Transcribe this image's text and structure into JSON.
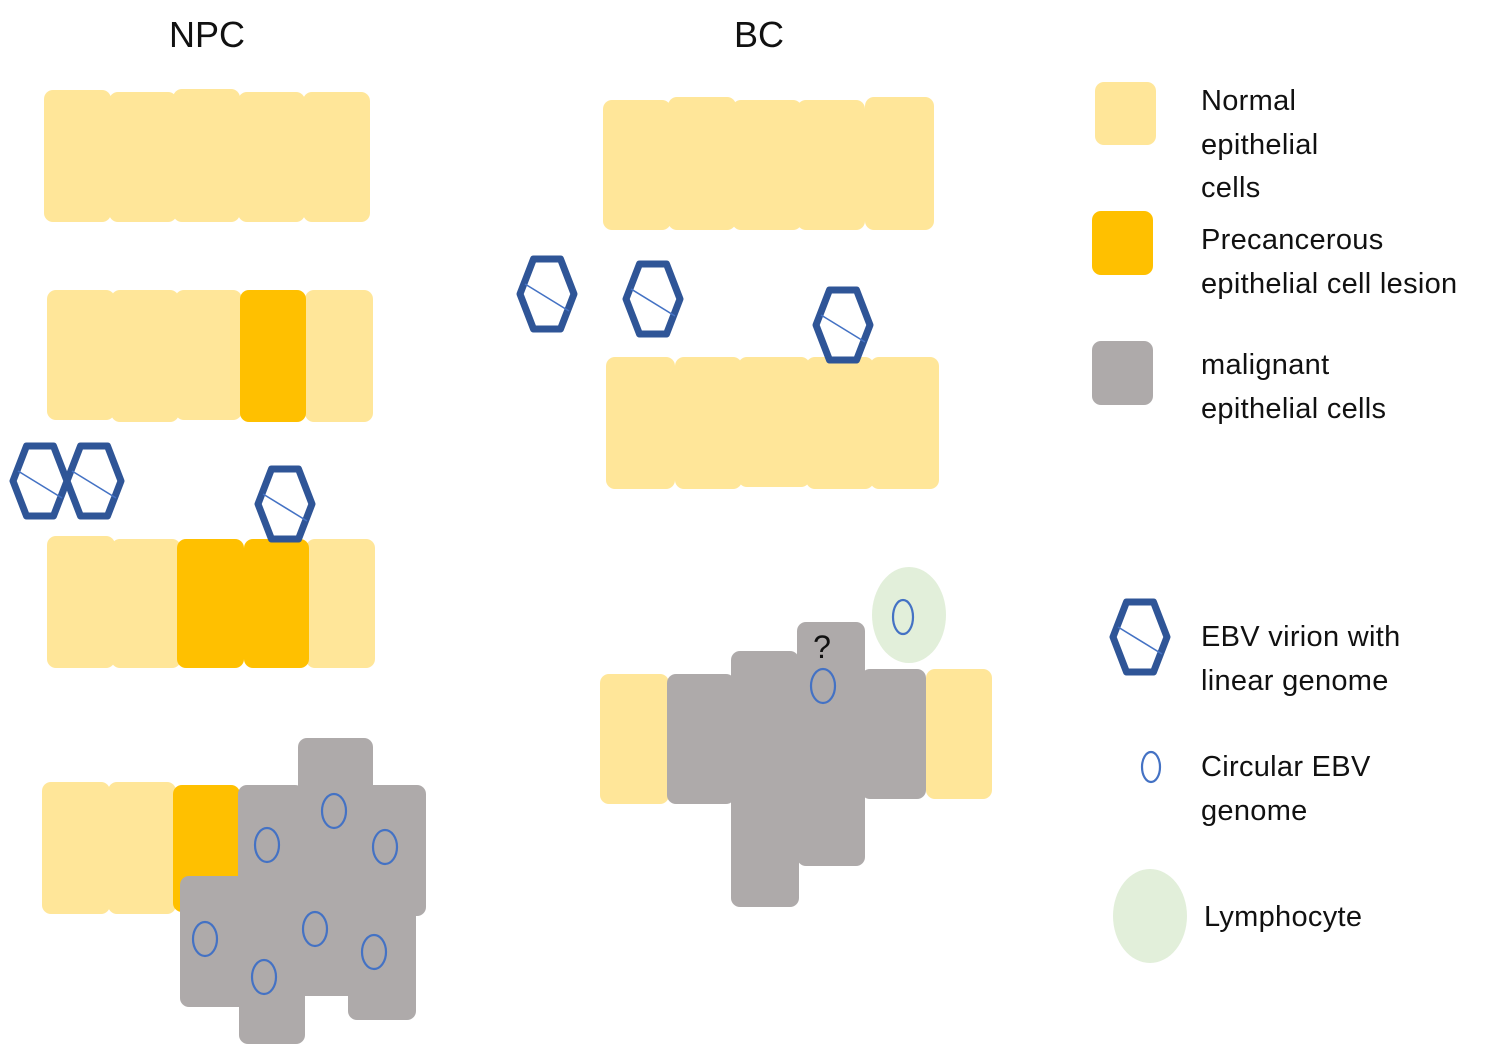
{
  "panels": {
    "npc_title": "NPC",
    "bc_title": "BC",
    "question_mark": "?"
  },
  "legend": {
    "normal": "Normal epithelial cells",
    "precancerous": "Precancerous epithelial cell lesion",
    "malignant": "malignant epithelial cells",
    "virion": "EBV virion with linear genome",
    "circular": "Circular EBV genome",
    "lymphocyte": "Lymphocyte"
  },
  "colors": {
    "normal": "#FFE699",
    "precancerous": "#FFC000",
    "malignant": "#AEAAAA",
    "virion_stroke": "#2F5597",
    "genome_stroke": "#4472C4",
    "lymphocyte": "#E2EFDA"
  }
}
